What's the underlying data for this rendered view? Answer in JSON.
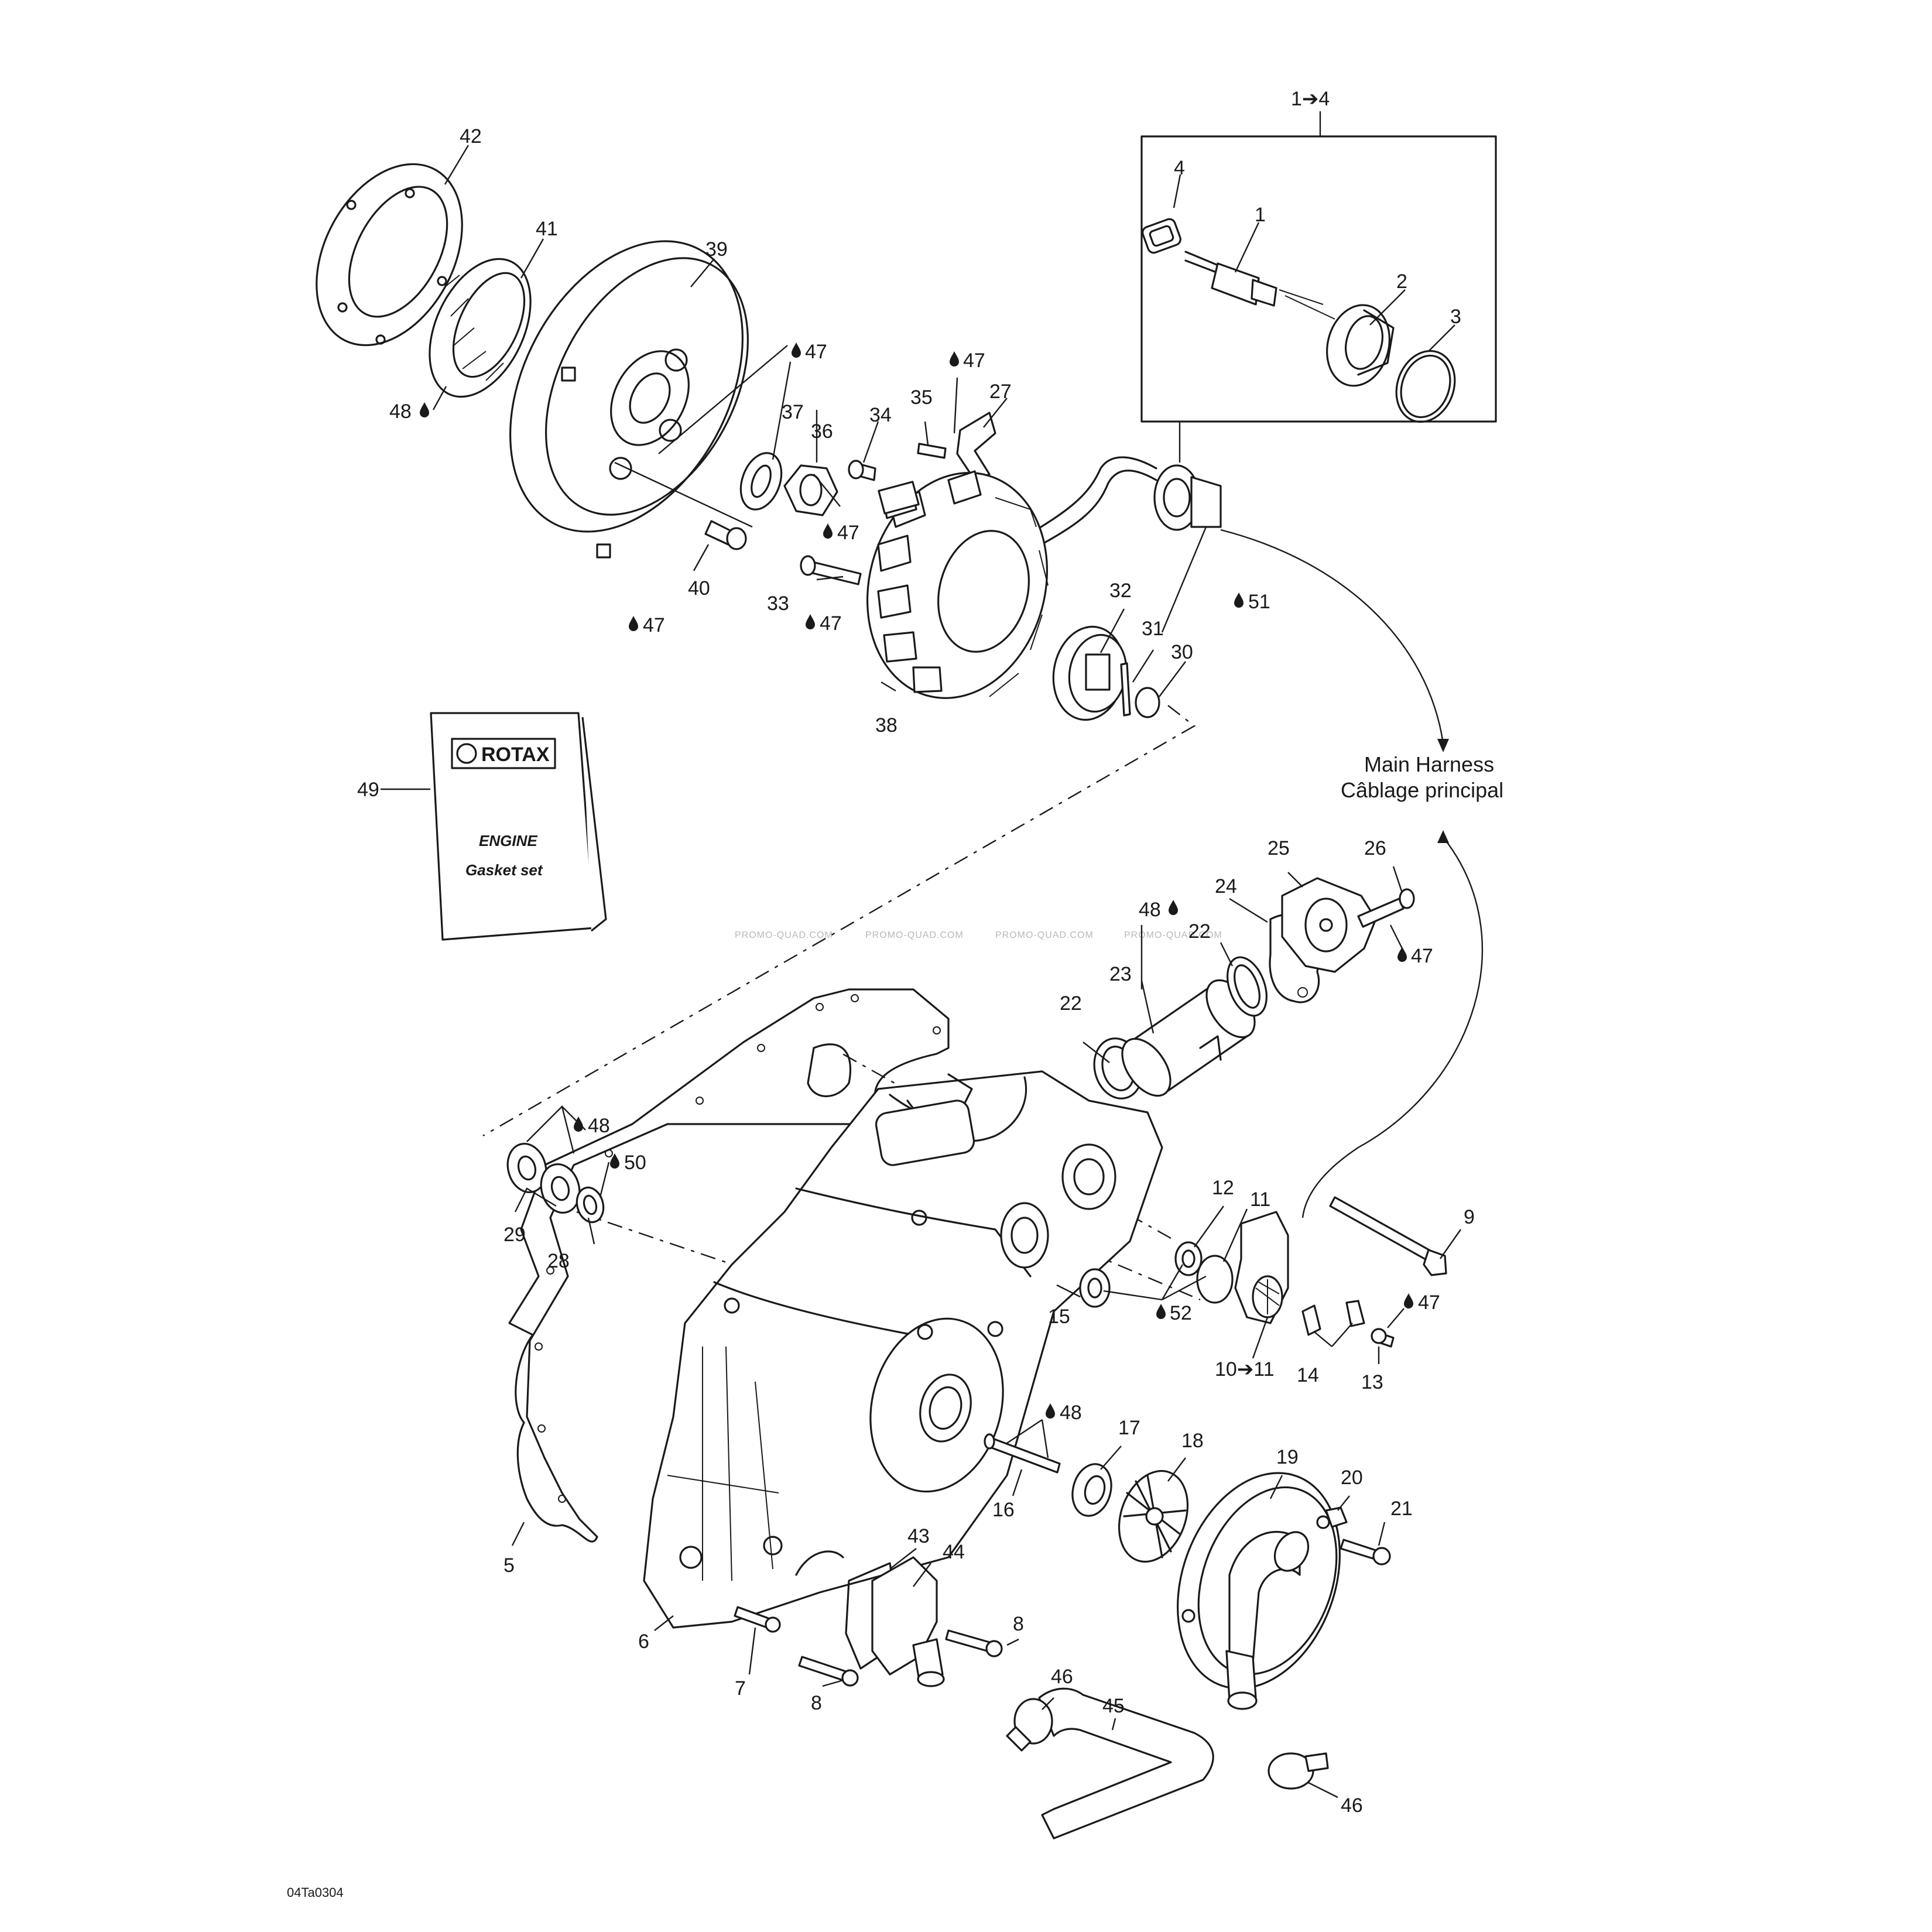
{
  "drawing_code": "04Ta0304",
  "harness_caption": {
    "line1": "Main Harness",
    "line2": "Câblage principal"
  },
  "booklet": {
    "brand": "ROTAX",
    "title": "ENGINE",
    "subtitle": "Gasket set"
  },
  "watermark": "PROMO-QUAD.COM",
  "callouts": {
    "c_1to4": "1➔4",
    "c_10to11": "10➔11",
    "c1": "1",
    "c2": "2",
    "c3": "3",
    "c4": "4",
    "c5": "5",
    "c6": "6",
    "c7": "7",
    "c8a": "8",
    "c8b": "8",
    "c9": "9",
    "c11": "11",
    "c12": "12",
    "c13": "13",
    "c14": "14",
    "c15": "15",
    "c16": "16",
    "c17": "17",
    "c18": "18",
    "c19": "19",
    "c20": "20",
    "c21": "21",
    "c22a": "22",
    "c22b": "22",
    "c23": "23",
    "c24": "24",
    "c25": "25",
    "c26": "26",
    "c27": "27",
    "c28": "28",
    "c29": "29",
    "c30": "30",
    "c31": "31",
    "c32": "32",
    "c33": "33",
    "c34": "34",
    "c35": "35",
    "c36": "36",
    "c37": "37",
    "c38": "38",
    "c39": "39",
    "c40": "40",
    "c41": "41",
    "c42": "42",
    "c43": "43",
    "c44": "44",
    "c45": "45",
    "c46a": "46",
    "c46b": "46",
    "c49": "49"
  },
  "lubricant_marks": {
    "l47_rotor": "47",
    "l47_bracket": "47",
    "l47_nut": "47",
    "l47_screw33": "47",
    "l47_screw40": "47",
    "l51": "51",
    "l48_bearing41": "48",
    "l48_sleeve": "48",
    "l47_screw26": "47",
    "l48_bearings29": "48",
    "l50": "50",
    "l52": "52",
    "l47_screw13": "47",
    "l48_shaft": "48"
  }
}
